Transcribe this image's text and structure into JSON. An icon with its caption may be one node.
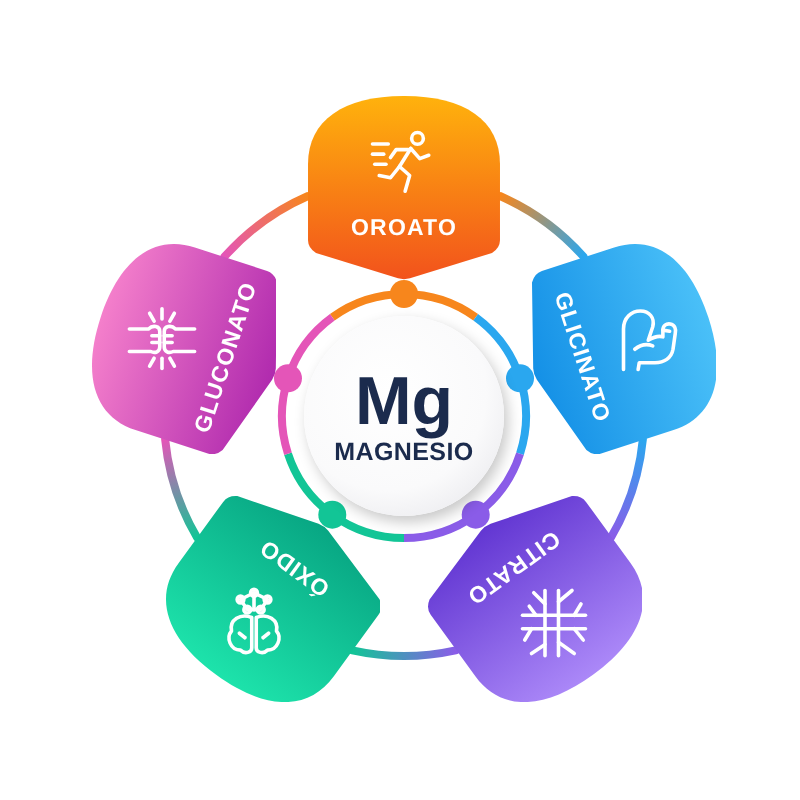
{
  "diagram": {
    "nodes": [
      {
        "text": [
          "Mg",
          "MAGNESIO"
        ]
      },
      {
        "text": [
          "OROATO"
        ]
      },
      {
        "text": [
          "GLICINATO"
        ]
      },
      {
        "text": [
          "CITRATO"
        ]
      },
      {
        "text": [
          "ÓXIDO"
        ]
      },
      {
        "text": [
          "GLUCONATO"
        ]
      }
    ],
    "edges": [
      {
        "from": 1,
        "to": 2,
        "arrow": "none"
      },
      {
        "from": 2,
        "to": 3,
        "arrow": "none"
      },
      {
        "from": 3,
        "to": 4,
        "arrow": "none"
      },
      {
        "from": 4,
        "to": 5,
        "arrow": "none"
      },
      {
        "from": 5,
        "to": 1,
        "arrow": "none"
      }
    ]
  }
}
